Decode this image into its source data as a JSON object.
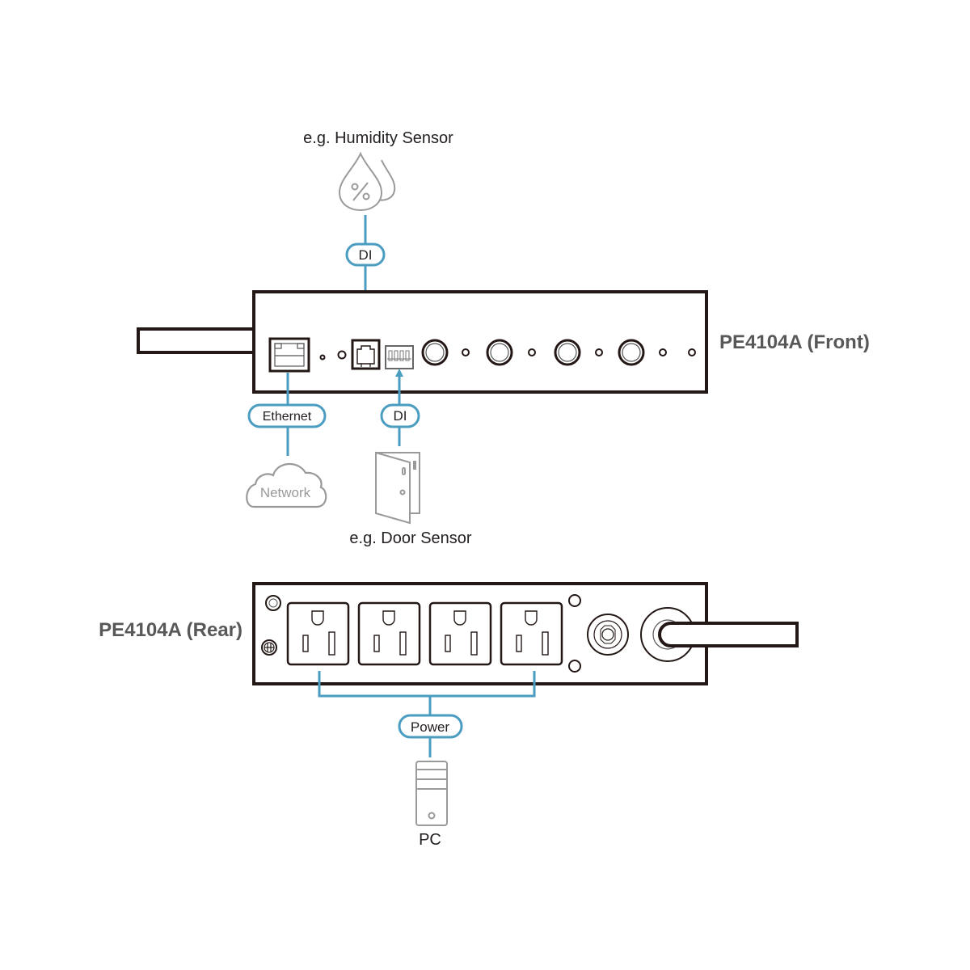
{
  "colors": {
    "connector": "#4a9dc0",
    "device_outline": "#231815",
    "icon_gray": "#9a9a9a",
    "title_gray": "#595757"
  },
  "front_unit": {
    "title": "PE4104A (Front)",
    "ports": [
      "ethernet-port",
      "led",
      "reset-button",
      "rj11-di-port",
      "dip-switch",
      "outlet-button-1",
      "led-1",
      "outlet-button-2",
      "led-2",
      "outlet-button-3",
      "led-3",
      "outlet-button-4",
      "led-4",
      "led-power"
    ]
  },
  "rear_unit": {
    "title": "PE4104A (Rear)",
    "outlet_count": 4
  },
  "connections": {
    "humidity": {
      "pill": "DI",
      "label": "e.g. Humidity Sensor",
      "icon": "humidity-icon"
    },
    "door": {
      "pill": "DI",
      "label": "e.g. Door Sensor",
      "icon": "door-icon"
    },
    "ethernet": {
      "pill": "Ethernet",
      "cloud_label": "Network",
      "icon": "cloud-icon"
    },
    "power": {
      "pill": "Power",
      "label": "PC",
      "icon": "pc-tower-icon"
    }
  }
}
